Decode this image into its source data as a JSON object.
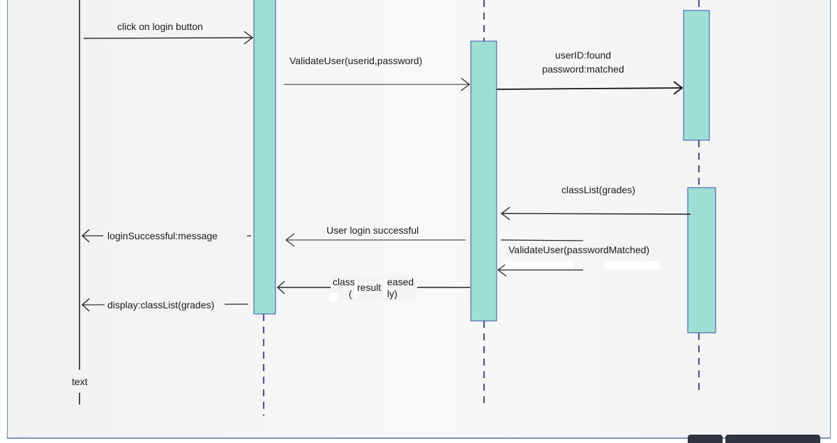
{
  "diagram": {
    "messages": {
      "click_login": "click on login button",
      "validate_user": "ValidateUser(userid,password)",
      "userid_found": "userID:found",
      "password_matched": "password:matched",
      "classlist_grades": "classList(grades)",
      "user_login_successful": "User login successful",
      "validate_user_matched": "ValidateUser(passwordMatched)",
      "login_successful_message": "loginSuccessful:message",
      "class_fragment": "class",
      "result_fragment": "result",
      "eased_fragment": "eased",
      "paren_fragment": "(",
      "ly_fragment": "ly)",
      "display_classlist": "display:classList(grades)"
    },
    "actor_label": "text"
  },
  "colors": {
    "activation_fill": "#9edfd3",
    "activation_border": "#3a4fb0",
    "lifeline_dash": "#5a4f9a",
    "message_line": "#222222"
  }
}
